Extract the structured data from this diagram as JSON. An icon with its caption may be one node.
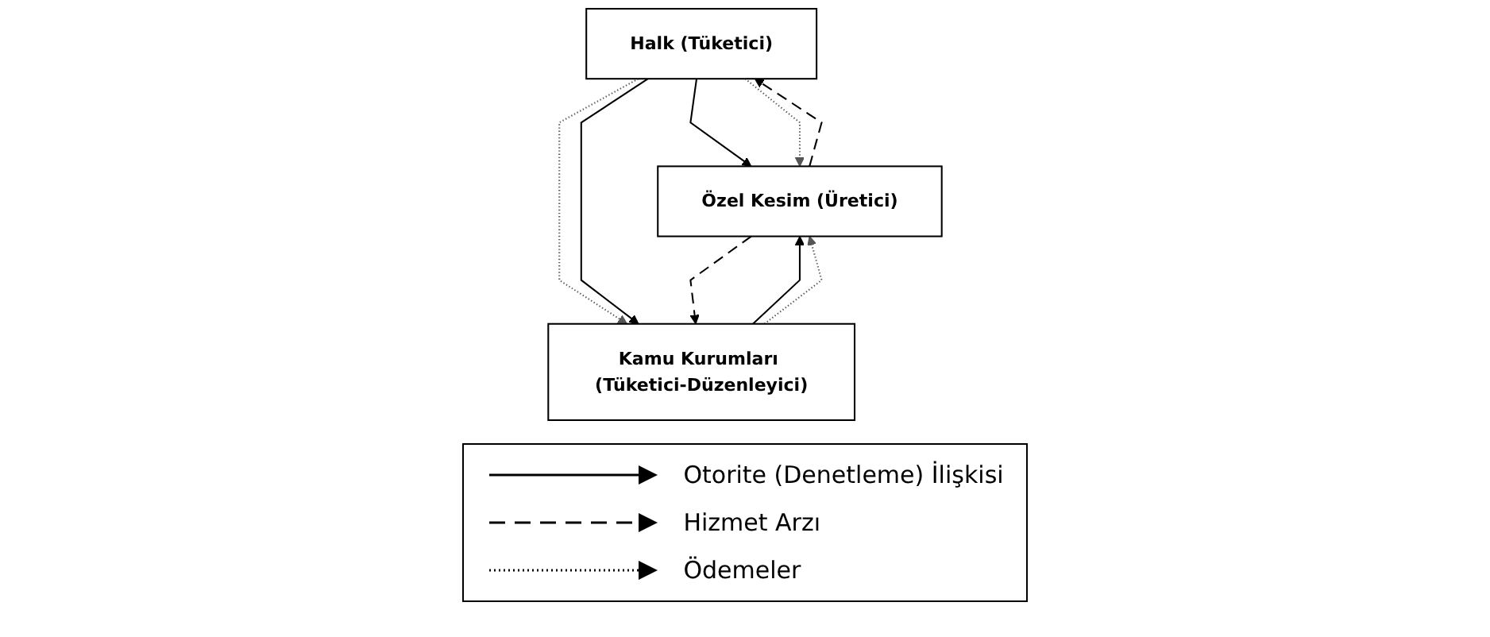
{
  "diagram": {
    "nodes": [
      {
        "text": [
          "Halk (Tüketici)"
        ]
      },
      {
        "text": [
          "Özel Kesim (Üretici)"
        ]
      },
      {
        "text": [
          "Kamu Kurumları (Tüketici-Düzenleyici)"
        ]
      }
    ],
    "edges": [
      {
        "from": 0,
        "to": 1,
        "arrow": "to"
      },
      {
        "from": 1,
        "to": 0,
        "arrow": "to",
        "style": "dashed"
      },
      {
        "from": 0,
        "to": 1,
        "arrow": "to",
        "style": "dashed",
        "color": "#555555"
      },
      {
        "from": 0,
        "to": 2,
        "arrow": "to",
        "style": "dashed",
        "color": "#555555"
      },
      {
        "from": 0,
        "to": 2,
        "arrow": "to"
      },
      {
        "from": 2,
        "to": 1,
        "arrow": "to"
      },
      {
        "from": 2,
        "to": 1,
        "arrow": "to",
        "style": "dashed",
        "color": "#555555"
      },
      {
        "from": 1,
        "to": 2,
        "arrow": "to",
        "style": "dashed"
      }
    ],
    "legend": [
      {
        "text": "Otorite (Denetleme) İlişkisi"
      },
      {
        "text": "Hizmet Arzı"
      },
      {
        "text": "Ödemeler"
      }
    ]
  }
}
